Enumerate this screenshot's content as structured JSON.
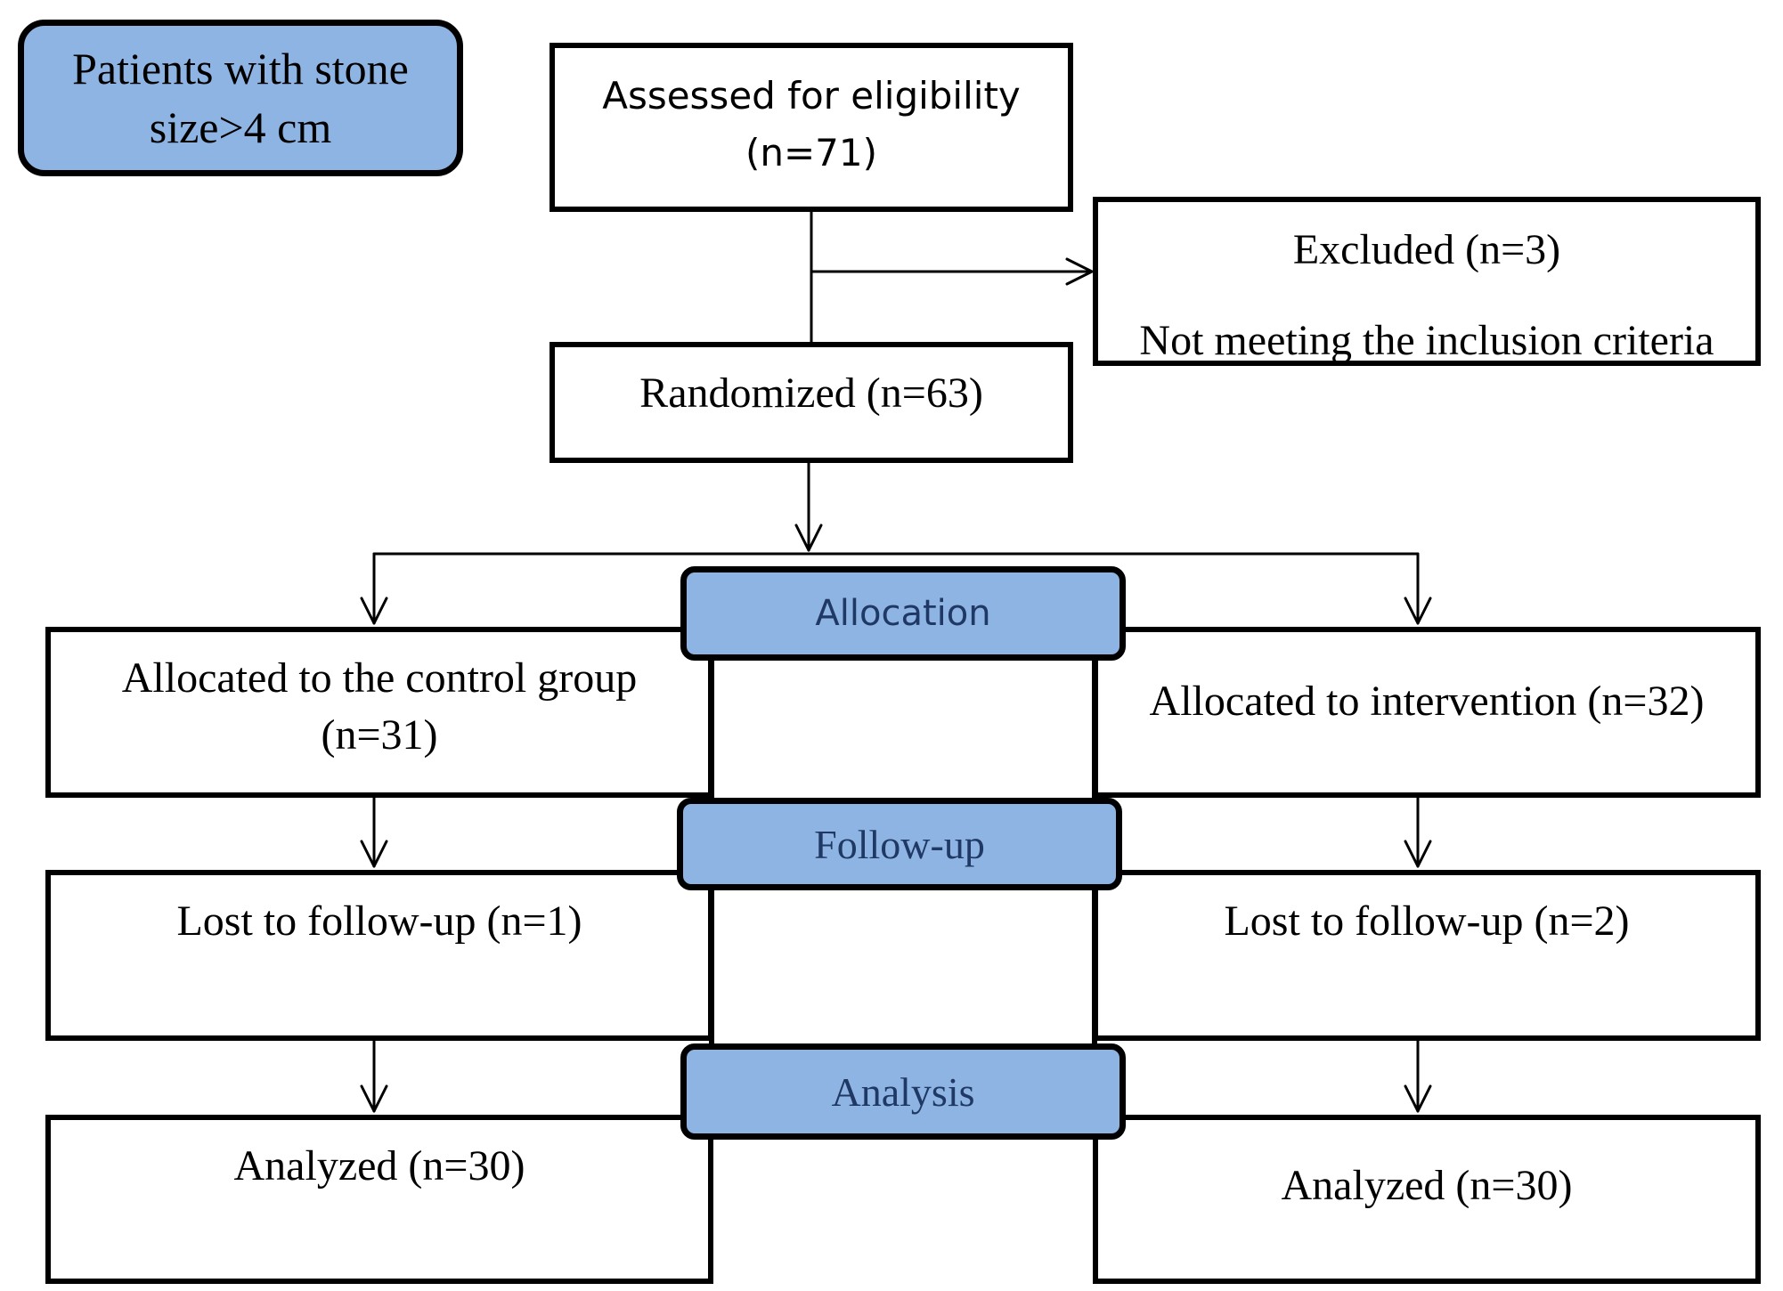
{
  "colors": {
    "label_fill": "#8eb4e3",
    "stroke": "#000000",
    "label_text": "#1f3864"
  },
  "title": {
    "line1": "Patients with stone",
    "line2": "size>4 cm"
  },
  "enrollment": {
    "assessed_line1": "Assessed for eligibility",
    "assessed_line2": "(n=71)",
    "excluded_line1": "Excluded (n=3)",
    "excluded_line2": "Not meeting the inclusion criteria",
    "randomized": "Randomized (n=63)"
  },
  "stages": {
    "allocation": "Allocation",
    "follow_up": "Follow-up",
    "analysis": "Analysis"
  },
  "control_arm": {
    "allocated_line1": "Allocated to the control group",
    "allocated_line2": "(n=31)",
    "lost": "Lost to follow-up (n=1)",
    "analyzed": "Analyzed (n=30)"
  },
  "intervention_arm": {
    "allocated": "Allocated to intervention (n=32)",
    "lost": "Lost to follow-up (n=2)",
    "analyzed": "Analyzed (n=30)"
  }
}
